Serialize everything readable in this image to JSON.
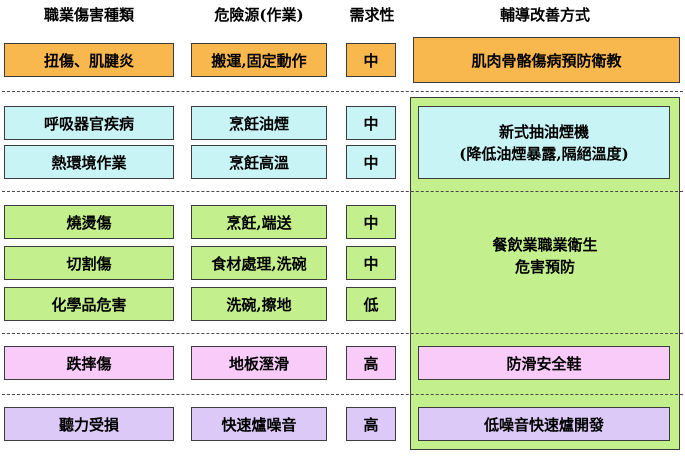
{
  "headers": {
    "col1": "職業傷害種類",
    "col2": "危險源(作業)",
    "col3": "需求性",
    "col4": "輔導改善方式"
  },
  "rows": [
    {
      "hazard": "扭傷、肌腱炎",
      "source": "搬運,固定動作",
      "demand": "中"
    },
    {
      "hazard": "呼吸器官疾病",
      "source": "烹飪油煙",
      "demand": "中"
    },
    {
      "hazard": "熱環境作業",
      "source": "烹飪高溫",
      "demand": "中"
    },
    {
      "hazard": "燒燙傷",
      "source": "烹飪,端送",
      "demand": "中"
    },
    {
      "hazard": "切割傷",
      "source": "食材處理,洗碗",
      "demand": "中"
    },
    {
      "hazard": "化學品危害",
      "source": "洗碗,擦地",
      "demand": "低"
    },
    {
      "hazard": "跌摔傷",
      "source": "地板溼滑",
      "demand": "高"
    },
    {
      "hazard": "聽力受損",
      "source": "快速爐噪音",
      "demand": "高"
    }
  ],
  "solutions": {
    "musculoskeletal": "肌肉骨骼傷病預防衛教",
    "hood": "新式抽油煙機\n(降低油煙暴露,隔絕溫度)",
    "catering": "餐飲業職業衛生\n危害預防",
    "shoes": "防滑安全鞋",
    "stove": "低噪音快速爐開發"
  },
  "colors": {
    "orange": "#f8b84e",
    "cyan": "#c9f4f6",
    "green": "#c3f08c",
    "pink": "#f9cbf9",
    "lavender": "#dcc9f7"
  }
}
